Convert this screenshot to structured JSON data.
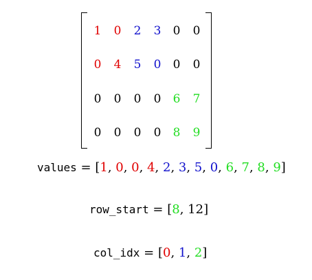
{
  "colors": {
    "red": "#e00000",
    "blue": "#1010cc",
    "green": "#22dd22",
    "black": "#000000"
  },
  "matrix": [
    [
      {
        "v": "1",
        "c": "red"
      },
      {
        "v": "0",
        "c": "red"
      },
      {
        "v": "2",
        "c": "blue"
      },
      {
        "v": "3",
        "c": "blue"
      },
      {
        "v": "0",
        "c": "black"
      },
      {
        "v": "0",
        "c": "black"
      }
    ],
    [
      {
        "v": "0",
        "c": "red"
      },
      {
        "v": "4",
        "c": "red"
      },
      {
        "v": "5",
        "c": "blue"
      },
      {
        "v": "0",
        "c": "blue"
      },
      {
        "v": "0",
        "c": "black"
      },
      {
        "v": "0",
        "c": "black"
      }
    ],
    [
      {
        "v": "0",
        "c": "black"
      },
      {
        "v": "0",
        "c": "black"
      },
      {
        "v": "0",
        "c": "black"
      },
      {
        "v": "0",
        "c": "black"
      },
      {
        "v": "6",
        "c": "green"
      },
      {
        "v": "7",
        "c": "green"
      }
    ],
    [
      {
        "v": "0",
        "c": "black"
      },
      {
        "v": "0",
        "c": "black"
      },
      {
        "v": "0",
        "c": "black"
      },
      {
        "v": "0",
        "c": "black"
      },
      {
        "v": "8",
        "c": "green"
      },
      {
        "v": "9",
        "c": "green"
      }
    ]
  ],
  "equations": [
    {
      "name": "values",
      "label": "values",
      "items": [
        {
          "v": "1",
          "c": "red"
        },
        {
          "v": "0",
          "c": "red"
        },
        {
          "v": "0",
          "c": "red"
        },
        {
          "v": "4",
          "c": "red"
        },
        {
          "v": "2",
          "c": "blue"
        },
        {
          "v": "3",
          "c": "blue"
        },
        {
          "v": "5",
          "c": "blue"
        },
        {
          "v": "0",
          "c": "blue"
        },
        {
          "v": "6",
          "c": "green"
        },
        {
          "v": "7",
          "c": "green"
        },
        {
          "v": "8",
          "c": "green"
        },
        {
          "v": "9",
          "c": "green"
        }
      ]
    },
    {
      "name": "row-start",
      "label": "row_start",
      "items": [
        {
          "v": "8",
          "c": "green"
        },
        {
          "v": "12",
          "c": "black"
        }
      ]
    },
    {
      "name": "col-idx",
      "label": "col_idx",
      "items": [
        {
          "v": "0",
          "c": "red"
        },
        {
          "v": "1",
          "c": "blue"
        },
        {
          "v": "2",
          "c": "green"
        }
      ]
    }
  ]
}
